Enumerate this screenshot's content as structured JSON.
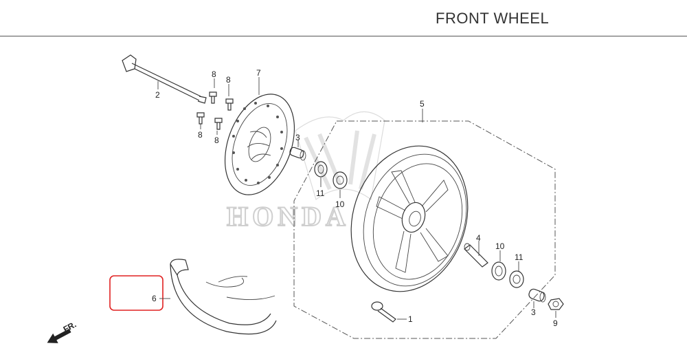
{
  "header": {
    "title": "FRONT WHEEL"
  },
  "watermark": {
    "brand_text": "HONDA"
  },
  "direction_indicator": {
    "label": "FR."
  },
  "callouts": [
    {
      "id": "c1",
      "number": "1"
    },
    {
      "id": "c2",
      "number": "2"
    },
    {
      "id": "c3a",
      "number": "3"
    },
    {
      "id": "c3b",
      "number": "3"
    },
    {
      "id": "c4",
      "number": "4"
    },
    {
      "id": "c5",
      "number": "5"
    },
    {
      "id": "c6",
      "number": "6"
    },
    {
      "id": "c7",
      "number": "7"
    },
    {
      "id": "c8a",
      "number": "8"
    },
    {
      "id": "c8b",
      "number": "8"
    },
    {
      "id": "c8c",
      "number": "8"
    },
    {
      "id": "c8d",
      "number": "8"
    },
    {
      "id": "c9",
      "number": "9"
    },
    {
      "id": "c10a",
      "number": "10"
    },
    {
      "id": "c10b",
      "number": "10"
    },
    {
      "id": "c11a",
      "number": "11"
    },
    {
      "id": "c11b",
      "number": "11"
    }
  ],
  "highlight": {
    "color": "#e02020",
    "target_part": "6"
  },
  "colors": {
    "line": "#333333",
    "watermark": "#cfcfcf",
    "highlight": "#e02020"
  }
}
